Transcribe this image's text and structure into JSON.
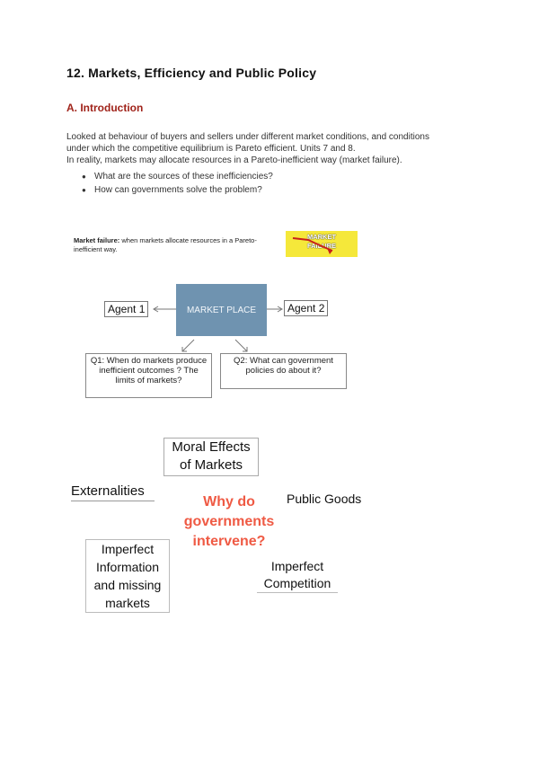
{
  "heading": {
    "title": "12. Markets, Efficiency and Public Policy",
    "section": "A. Introduction"
  },
  "intro": {
    "line1": "Looked at behaviour of buyers and sellers under different market conditions, and conditions",
    "line2": "under which  the competitive equilibrium  is Pareto efficient. Units  7 and 8.",
    "line3": "In reality, markets may allocate resources in a Pareto-inefficient way (market failure).",
    "bullets": [
      "What are the sources of these inefficiencies?",
      "How can governments solve the problem?"
    ]
  },
  "diagram": {
    "definition_term": "Market failure:",
    "definition_text": " when markets allocate resources in a Pareto-inefficient way.",
    "image_text_top": "MARKET",
    "image_text_bottom": "FAILURE",
    "agent1": "Agent 1",
    "agent2": "Agent 2",
    "market_place": "MARKET PLACE",
    "q1": "Q1: When do markets produce inefficient outcomes ? The limits of markets?",
    "q2": "Q2: What can government policies do about it?"
  },
  "mindmap": {
    "center": [
      "Why do",
      "governments",
      "intervene?"
    ],
    "moral": [
      "Moral Effects",
      "of Markets"
    ],
    "externalities": "Externalities",
    "public_goods": "Public Goods",
    "imperfect_info": [
      "Imperfect",
      "Information",
      "and missing",
      "markets"
    ],
    "imperfect_comp": [
      "Imperfect",
      "Competition"
    ],
    "center_color": "#ef5a44"
  }
}
